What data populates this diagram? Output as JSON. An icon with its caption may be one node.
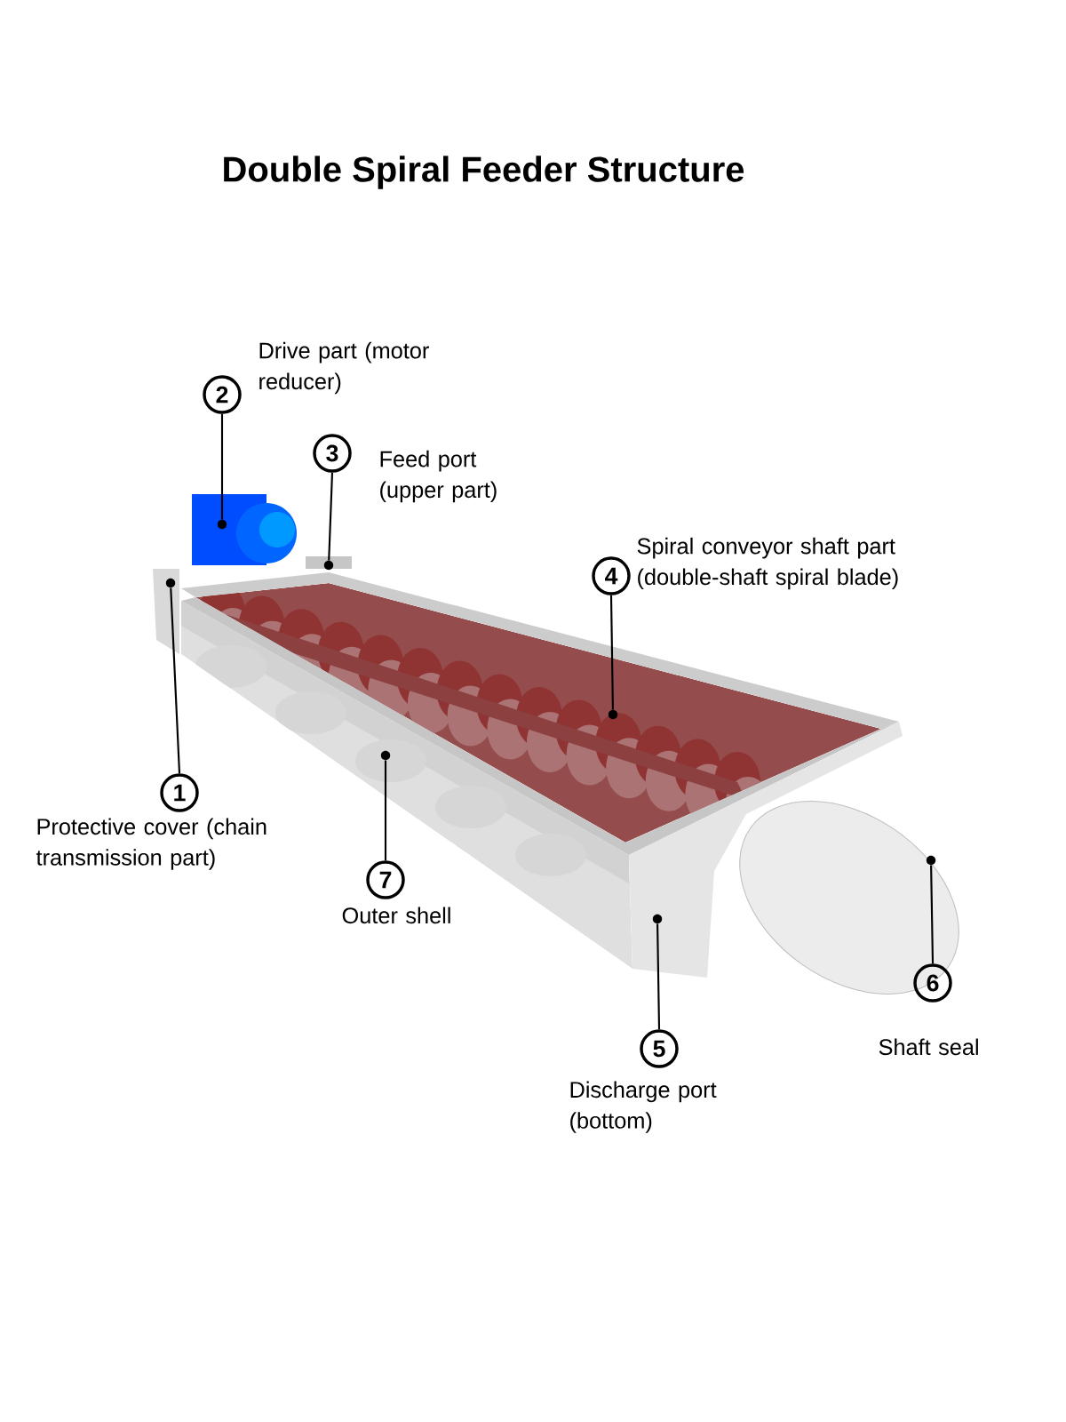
{
  "diagram": {
    "title": "Double Spiral Feeder Structure",
    "nodes": [
      {
        "text": [
          "2"
        ],
        "beside": [
          "Drive part (motor reducer)"
        ]
      },
      {
        "text": [
          "3"
        ],
        "beside": [
          "Feed port (upper part)"
        ]
      },
      {
        "text": [
          "4"
        ],
        "beside": [
          "Spiral conveyor shaft part (double-shaft spiral blade)"
        ]
      },
      {
        "text": [
          "1"
        ],
        "beside": [
          "Protective cover (chain transmission part)"
        ]
      },
      {
        "text": [
          "7"
        ],
        "beside": [
          "Outer shell"
        ]
      },
      {
        "text": [
          "6"
        ],
        "beside": [
          "Shaft seal"
        ]
      },
      {
        "text": [
          "5"
        ],
        "beside": [
          "Discharge port (bottom)"
        ]
      },
      {
        "text": [],
        "shape": "picture"
      },
      {
        "text": [],
        "shape": "picture"
      },
      {
        "text": [],
        "shape": "picture"
      },
      {
        "text": [],
        "shape": "picture"
      },
      {
        "text": [],
        "shape": "picture"
      },
      {
        "text": [],
        "shape": "picture"
      },
      {
        "text": [],
        "shape": "picture"
      }
    ],
    "edges": [
      {
        "from": 0,
        "to": 7,
        "arrow": "none"
      },
      {
        "from": 1,
        "to": 8,
        "arrow": "none"
      },
      {
        "from": 2,
        "to": 9,
        "arrow": "none"
      },
      {
        "from": 3,
        "to": 10,
        "arrow": "none"
      },
      {
        "from": 4,
        "to": 11,
        "arrow": "none"
      },
      {
        "from": 5,
        "to": 12,
        "arrow": "none"
      },
      {
        "from": 6,
        "to": 13,
        "arrow": "none"
      }
    ]
  }
}
